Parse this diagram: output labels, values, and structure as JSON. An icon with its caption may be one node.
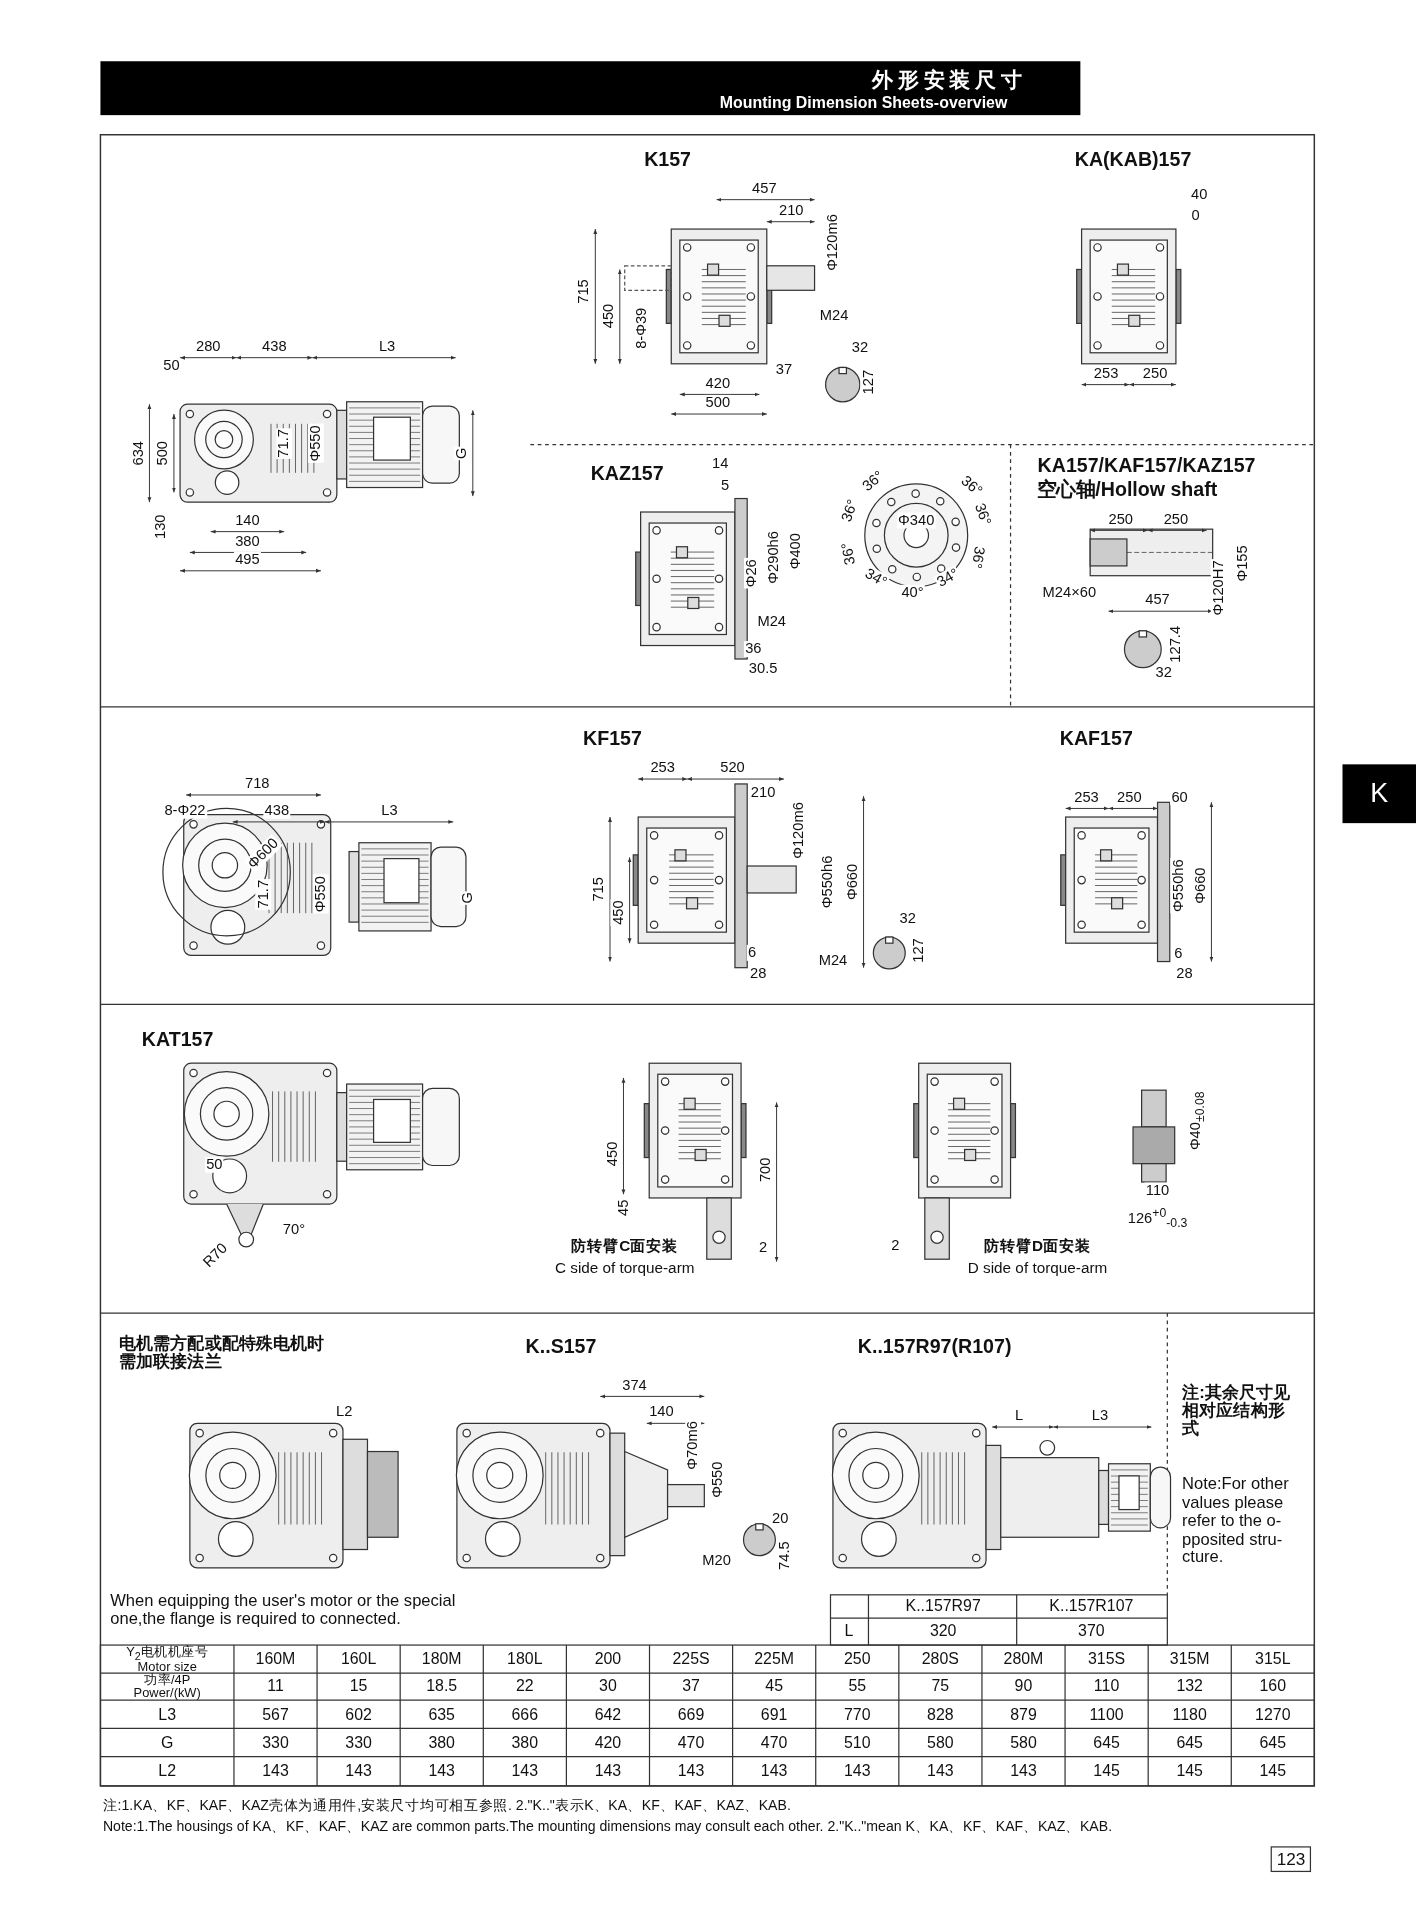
{
  "diagram": {
    "title": "外形安装尺寸",
    "labels": [
      "Mounting Dimension Sheets-overview",
      "K",
      "K157",
      "KA(KAB)157",
      "280",
      "438",
      "L3",
      "50",
      "634",
      "500",
      "71.7",
      "Φ550",
      "G",
      "130",
      "140",
      "380",
      "495",
      "457",
      "210",
      "Φ120m6",
      "715",
      "450",
      "8-Φ39",
      "M24",
      "32",
      "127",
      "37",
      "420",
      "500",
      "40",
      "0",
      "253",
      "250",
      "KAZ157",
      "14",
      "5",
      "Φ26",
      "Φ290h6",
      "Φ400",
      "M24",
      "36",
      "30.5",
      "36°",
      "36°",
      "36°",
      "36°",
      "Φ340",
      "36°",
      "36°",
      "34°",
      "34°",
      "40°",
      "KA157/KAF157/KAZ157",
      "空心轴/Hollow shaft",
      "250",
      "250",
      "M24×60",
      "457",
      "Φ120H7",
      "Φ155",
      "127.4",
      "32",
      "KF157",
      "KAF157",
      "718",
      "253",
      "520",
      "210",
      "253",
      "250",
      "60",
      "8-Φ22",
      "438",
      "L3",
      "Φ600",
      "Φ120m6",
      "71.7",
      "Φ550",
      "G",
      "Φ550h6",
      "Φ660",
      "715",
      "450",
      "Φ550h6",
      "Φ660",
      "32",
      "127",
      "6",
      "M24",
      "28",
      "6",
      "28",
      "KAT157",
      "Φ40$_{±0.08}$",
      "450",
      "50",
      "700",
      "110",
      "45",
      "126$^{+0}$$_{-0.3}$",
      "70°",
      "防转臂C面安装",
      "2",
      "防转臂D面安装",
      "2",
      "R70",
      "C side of torque-arm",
      "D side of torque-arm",
      "电机需方配或配特殊电机时需加联接法兰",
      "K..S157",
      "K..157R97(R107)",
      "374",
      "注:其余尺寸见相对应结构形式",
      "L2",
      "140",
      "L",
      "L3",
      "Φ70m6",
      "Φ550",
      "Note:For other values please refer to the o-pposited stru-cture.",
      "20",
      "74.5",
      "M20",
      "When equipping the user's motor or the special one,the flange is required to connected.",
      "K..157R97",
      "K..157R107",
      "L",
      "320",
      "370",
      "Y$_{2}$电机机座号 Motor size",
      "160M",
      "160L",
      "180M",
      "180L",
      "200",
      "225S",
      "225M",
      "250",
      "280S",
      "280M",
      "315S",
      "315M",
      "315L",
      "功率/4P Power/(kW)",
      "11",
      "15",
      "18.5",
      "22",
      "30",
      "37",
      "45",
      "55",
      "75",
      "90",
      "110",
      "132",
      "160",
      "L3",
      "567",
      "602",
      "635",
      "666",
      "642",
      "669",
      "691",
      "770",
      "828",
      "879",
      "1100",
      "1180",
      "1270",
      "G",
      "330",
      "330",
      "380",
      "380",
      "420",
      "470",
      "470",
      "510",
      "580",
      "580",
      "645",
      "645",
      "645",
      "L2",
      "143",
      "143",
      "143",
      "143",
      "143",
      "143",
      "143",
      "143",
      "143",
      "143",
      "145",
      "145",
      "145",
      "注:1.KA、KF、KAF、KAZ壳体为通用件,安装尺寸均可相互参照. 2.\"K..\"表示K、KA、KF、KAF、KAZ、KAB.",
      "Note:1.The housings of KA、KF、KAF、KAZ are common parts.The mounting dimensions may consult each other. 2.\"K..\"mean K、KA、KF、KAF、KAZ、KAB.",
      "123"
    ]
  }
}
